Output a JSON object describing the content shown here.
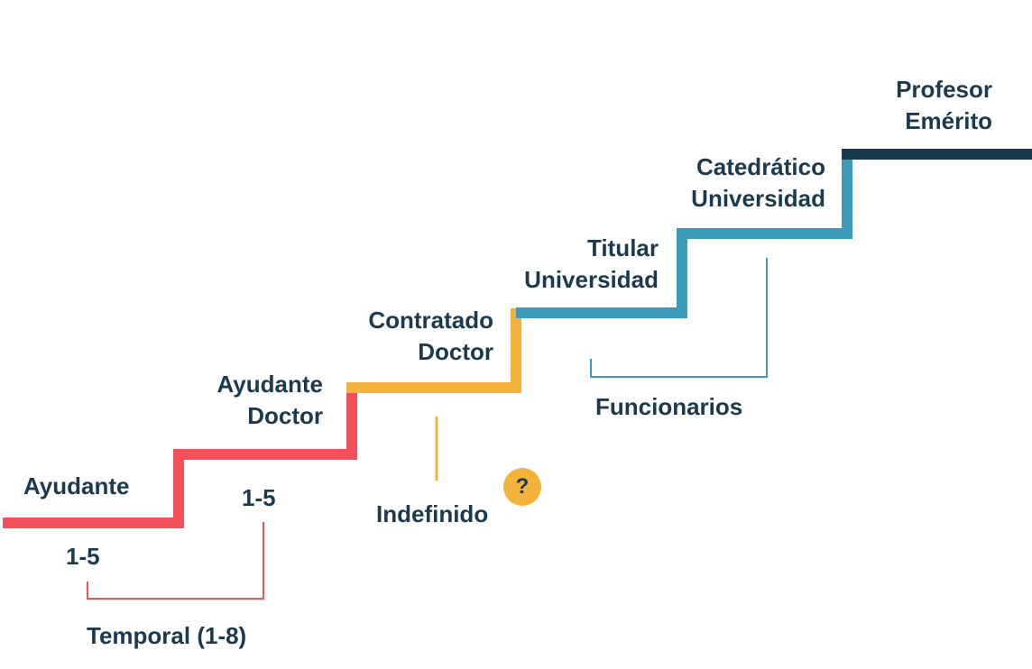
{
  "colors": {
    "text": "#1b3a4f",
    "red": "#f4505a",
    "yellow": "#f2b23b",
    "blue": "#3c9abb",
    "navy": "#193a4e",
    "badge_bg": "#f2b23b",
    "badge_text": "#1b3a4f"
  },
  "steps": {
    "ayudante": {
      "label": "Ayudante"
    },
    "ayudante_doctor": {
      "line1": "Ayudante",
      "line2": "Doctor"
    },
    "contratado_doctor": {
      "line1": "Contratado",
      "line2": "Doctor"
    },
    "titular_universidad": {
      "line1": "Titular",
      "line2": "Universidad"
    },
    "catedratico_universidad": {
      "line1": "Catedrático",
      "line2": "Universidad"
    },
    "profesor_emerito": {
      "line1": "Profesor",
      "line2": "Emérito"
    }
  },
  "durations": {
    "ayudante": "1-5",
    "ayudante_doctor": "1-5"
  },
  "groups": {
    "temporal": "Temporal (1-8)",
    "indefinido": "Indefinido",
    "funcionarios": "Funcionarios"
  },
  "badge": {
    "glyph": "?",
    "icon": "question-icon"
  }
}
